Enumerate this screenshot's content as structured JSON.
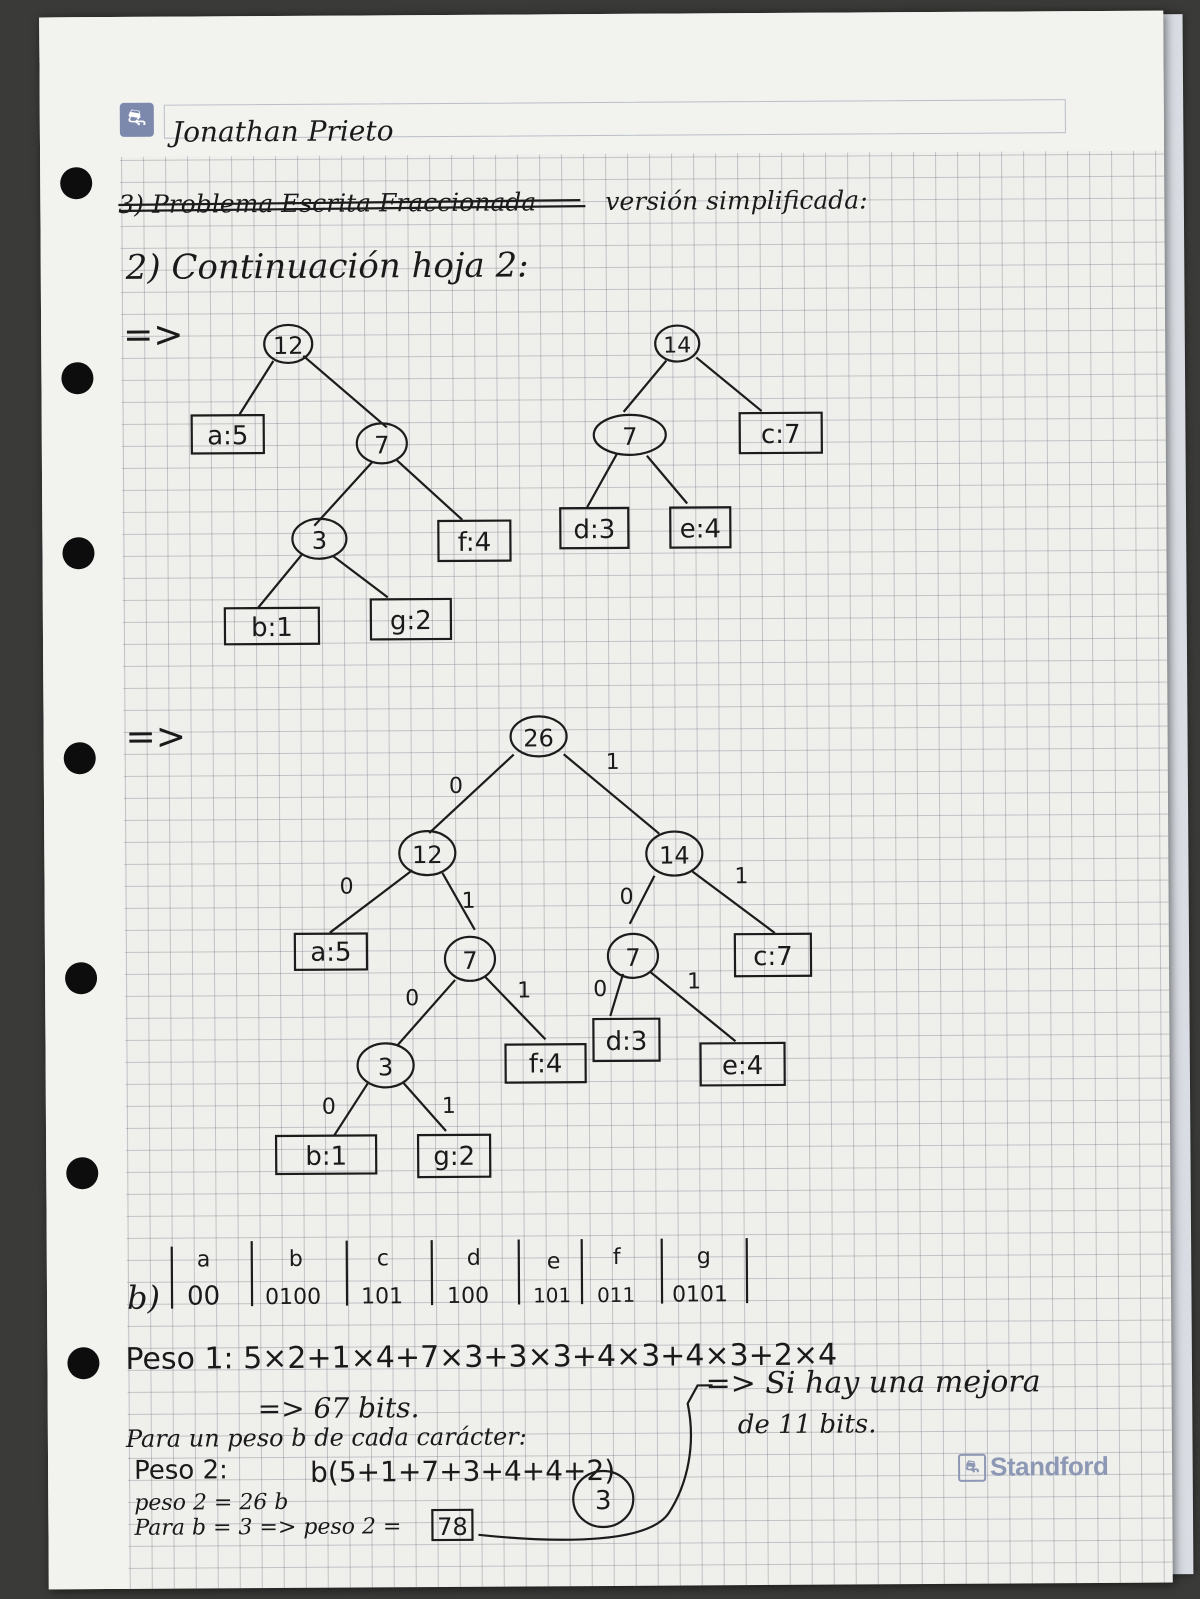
{
  "header": {
    "author": "Jonathan Prieto",
    "line1_struck": "3) Problema Escrita Fraccionada",
    "line1_rest": "versión simplificada:",
    "line2": "2) Continuación hoja 2:",
    "arrow": "=>"
  },
  "trees_top": {
    "tree_a": {
      "root": "12",
      "a": "a:5",
      "seven": "7",
      "three": "3",
      "f": "f:4",
      "b": "b:1",
      "g": "g:2"
    },
    "tree_b": {
      "root": "14",
      "seven": "7",
      "c": "c:7",
      "d": "d:3",
      "e": "e:4"
    }
  },
  "tree_full": {
    "arrow": "=>",
    "root": "26",
    "n12": "12",
    "n14": "14",
    "n7l": "7",
    "n7r": "7",
    "n3": "3",
    "leaf_a": "a:5",
    "leaf_f": "f:4",
    "leaf_b": "b:1",
    "leaf_g": "g:2",
    "leaf_c": "c:7",
    "leaf_d": "d:3",
    "leaf_e": "e:4",
    "zero": "0",
    "one": "1"
  },
  "codes": {
    "label": "b)",
    "entries": [
      {
        "sym": "a",
        "code": "00"
      },
      {
        "sym": "b",
        "code": "0100"
      },
      {
        "sym": "c",
        "code": "101"
      },
      {
        "sym": "d",
        "code": "100"
      },
      {
        "sym": "e",
        "code": "101"
      },
      {
        "sym": "f",
        "code": "011"
      },
      {
        "sym": "g",
        "code": "0101"
      }
    ]
  },
  "calc": {
    "peso1": "Peso 1: 5×2+1×4+7×3+3×3+4×3+4×3+2×4",
    "result1": "=> 67 bits.",
    "note_weight": "Para un peso b de cada carácter:",
    "peso2_label": "Peso 2:",
    "peso2_expr": "b(5+1+7+3+4+4+2)",
    "peso2_eq": "peso 2 = 26 b",
    "para_b": "Para b = 3 => peso 2 =",
    "boxed": "78",
    "circled": "3",
    "remark1": "=> Si hay una mejora",
    "remark2": "de 11 bits."
  },
  "brand": {
    "name": "Standford",
    "icon": "standford-logo-icon"
  }
}
